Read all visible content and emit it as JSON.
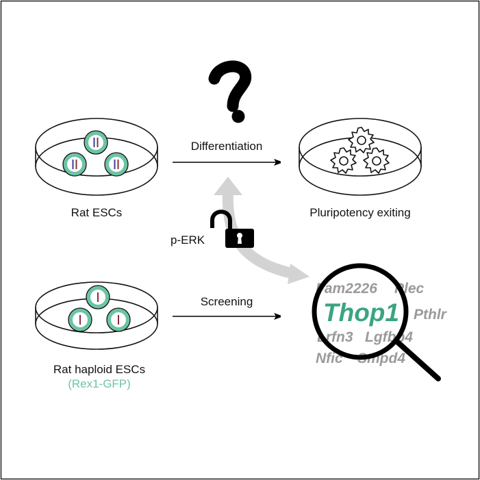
{
  "labels": {
    "rat_escs": "Rat ESCs",
    "differentiation": "Differentiation",
    "pluripotency_exiting": "Pluripotency exiting",
    "p_erk": "p-ERK",
    "screening": "Screening",
    "rat_haploid_escs": "Rat haploid ESCs",
    "reporter": "(Rex1-GFP)",
    "question_mark": "?"
  },
  "genes": {
    "highlight": "Thop1",
    "others": [
      "Fam2226",
      "Plec",
      "Pthlr",
      "Lrfn3",
      "Lgfbp4",
      "Nfic",
      "Smpd4"
    ]
  },
  "colors": {
    "cell_green": "#6cc4a4",
    "highlight_green": "#3aa57f",
    "gene_gray": "#9a9a9a",
    "arrow_gray": "#d3d3d3",
    "chromosome_blue": "#3a3f8f",
    "chromosome_red": "#8b2d3f"
  }
}
